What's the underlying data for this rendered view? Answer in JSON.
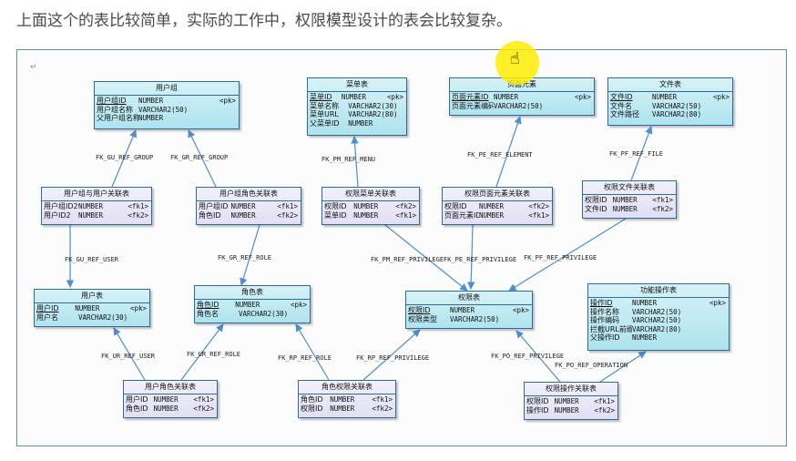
{
  "caption": "上面这个的表比较简单，实际的工作中，权限模型设计的表会比较复杂。",
  "return_mark": "↵",
  "entities": [
    {
      "id": "usergroup",
      "title": "用户组",
      "rows": [
        [
          "用户组ID",
          "NUMBER",
          "<pk>"
        ],
        [
          "用户组名称",
          "VARCHAR2(50)",
          ""
        ],
        [
          "父用户组名称",
          "NUMBER",
          ""
        ]
      ]
    },
    {
      "id": "menu",
      "title": "菜单表",
      "rows": [
        [
          "菜单ID",
          "NUMBER",
          "<pk>"
        ],
        [
          "菜单名称",
          "VARCHAR2(30)",
          ""
        ],
        [
          "菜单URL",
          "VARCHAR2(80)",
          ""
        ],
        [
          "父菜单ID",
          "NUMBER",
          ""
        ]
      ]
    },
    {
      "id": "pageel",
      "title": "页面元素",
      "rows": [
        [
          "页面元素ID",
          "NUMBER",
          "<pk>"
        ],
        [
          "页面元素编码",
          "VARCHAR2(50)",
          ""
        ]
      ]
    },
    {
      "id": "file",
      "title": "文件表",
      "rows": [
        [
          "文件ID",
          "NUMBER",
          "<pk>"
        ],
        [
          "文件名",
          "VARCHAR2(50)",
          ""
        ],
        [
          "文件路径",
          "VARCHAR2(80)",
          ""
        ]
      ]
    },
    {
      "id": "uguser",
      "title": "用户组与用户关联表",
      "rows": [
        [
          "用户组ID2",
          "NUMBER",
          "<fk1>"
        ],
        [
          "用户ID2",
          "NUMBER",
          "<fk2>"
        ]
      ]
    },
    {
      "id": "ugrole",
      "title": "用户组角色关联表",
      "rows": [
        [
          "用户组ID",
          "NUMBER",
          "<fk1>"
        ],
        [
          "角色ID",
          "NUMBER",
          "<fk2>"
        ]
      ]
    },
    {
      "id": "permmenu",
      "title": "权限菜单关联表",
      "rows": [
        [
          "权限ID",
          "NUMBER",
          "<fk2>"
        ],
        [
          "菜单ID",
          "NUMBER",
          "<fk1>"
        ]
      ]
    },
    {
      "id": "permpage",
      "title": "权限页面元素关联表",
      "rows": [
        [
          "权限ID",
          "NUMBER",
          "<fk2>"
        ],
        [
          "页面元素ID",
          "NUMBER",
          "<fk1>"
        ]
      ]
    },
    {
      "id": "permfile",
      "title": "权限文件关联表",
      "rows": [
        [
          "权限ID",
          "NUMBER",
          "<fk1>"
        ],
        [
          "文件ID",
          "NUMBER",
          "<fk2>"
        ]
      ]
    },
    {
      "id": "user",
      "title": "用户表",
      "rows": [
        [
          "用户ID",
          "NUMBER",
          "<pk>"
        ],
        [
          "用户名",
          "VARCHAR2(30)",
          ""
        ]
      ]
    },
    {
      "id": "role",
      "title": "角色表",
      "rows": [
        [
          "角色ID",
          "NUMBER",
          "<pk>"
        ],
        [
          "角色名",
          "VARCHAR2(30)",
          ""
        ]
      ]
    },
    {
      "id": "perm",
      "title": "权限表",
      "rows": [
        [
          "权限ID",
          "NUMBER",
          "<pk>"
        ],
        [
          "权限类型",
          "VARCHAR2(50)",
          ""
        ]
      ]
    },
    {
      "id": "funcop",
      "title": "功能操作表",
      "rows": [
        [
          "操作ID",
          "NUMBER",
          "<pk>"
        ],
        [
          "操作名称",
          "VARCHAR2(50)",
          ""
        ],
        [
          "操作编码",
          "VARCHAR2(50)",
          ""
        ],
        [
          "拦截URL前缀",
          "VARCHAR2(80)",
          ""
        ],
        [
          "父操作ID",
          "NUMBER",
          ""
        ]
      ]
    },
    {
      "id": "userrole",
      "title": "用户角色关联表",
      "rows": [
        [
          "用户ID",
          "NUMBER",
          "<fk1>"
        ],
        [
          "角色ID",
          "NUMBER",
          "<fk2>"
        ]
      ]
    },
    {
      "id": "roleperm",
      "title": "角色权限关联表",
      "rows": [
        [
          "角色ID",
          "NUMBER",
          "<fk1>"
        ],
        [
          "权限ID",
          "NUMBER",
          "<fk2>"
        ]
      ]
    },
    {
      "id": "permop",
      "title": "权限操作关联表",
      "rows": [
        [
          "权限ID",
          "NUMBER",
          "<fk1>"
        ],
        [
          "操作ID",
          "NUMBER",
          "<fk2>"
        ]
      ]
    }
  ],
  "fk_labels": [
    "FK_GU_REF_GROUP",
    "FK_GR_REF_GROUP",
    "FK_PM_REF_MENU",
    "FK_PE_REF_ELEMENT",
    "FK_PF_REF_FILE",
    "FK_GU_REF_USER",
    "FK_GR_REF_ROLE",
    "FK_PM_REF_PRIVILEGE",
    "FK_PE_REF_PRIVILEGE",
    "FK_PF_REF_PRIVILEGE",
    "FK_UR_REF_USER",
    "FK_UR_REF_ROLE",
    "FK_RP_REF_ROLE",
    "FK_RP_REF_PRIVILEGE",
    "FK_PO_REF_PRIVILEGE",
    "FK_PO_REF_OPERATION"
  ],
  "colors": {
    "entity_border": "#2d6b9a",
    "link": "#4a8fd0",
    "frame_border": "#5a8fbf",
    "cursor_highlight": "#ffec00"
  }
}
